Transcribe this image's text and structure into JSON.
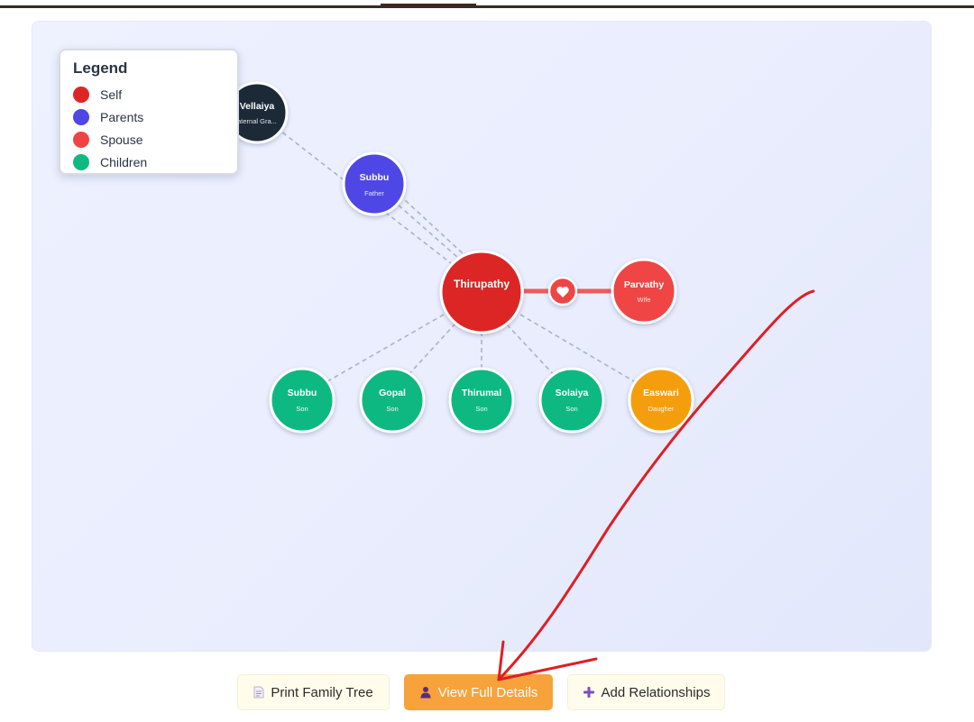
{
  "legend": {
    "title": "Legend",
    "items": [
      {
        "label": "Self",
        "color": "#dc2626"
      },
      {
        "label": "Parents",
        "color": "#4f46e5"
      },
      {
        "label": "Spouse",
        "color": "#ef4444"
      },
      {
        "label": "Children",
        "color": "#10b981"
      }
    ]
  },
  "tree": {
    "nodes": [
      {
        "id": "vellaiya",
        "name": "Vellaiya",
        "relation": "aternal Gra...",
        "color": "#1f2937"
      },
      {
        "id": "subbu-father",
        "name": "Subbu",
        "relation": "Father",
        "color": "#4f46e5"
      },
      {
        "id": "thirupathy",
        "name": "Thirupathy",
        "relation": "",
        "color": "#dc2626"
      },
      {
        "id": "parvathy",
        "name": "Parvathy",
        "relation": "Wife",
        "color": "#ef4444"
      },
      {
        "id": "subbu-son",
        "name": "Subbu",
        "relation": "Son",
        "color": "#10b981"
      },
      {
        "id": "gopal",
        "name": "Gopal",
        "relation": "Son",
        "color": "#10b981"
      },
      {
        "id": "thirumal",
        "name": "Thirumal",
        "relation": "Son",
        "color": "#10b981"
      },
      {
        "id": "solaiya",
        "name": "Solaiya",
        "relation": "Son",
        "color": "#10b981"
      },
      {
        "id": "easwari",
        "name": "Easwari",
        "relation": "Daugher",
        "color": "#f59e0b"
      }
    ],
    "spouse_link_color": "#ef5b5b",
    "line_color": "#a9b3c8"
  },
  "buttons": {
    "print_label": "Print Family Tree",
    "view_label": "View Full Details",
    "add_label": "Add Relationships"
  },
  "annotation_color": "#dd1f26"
}
